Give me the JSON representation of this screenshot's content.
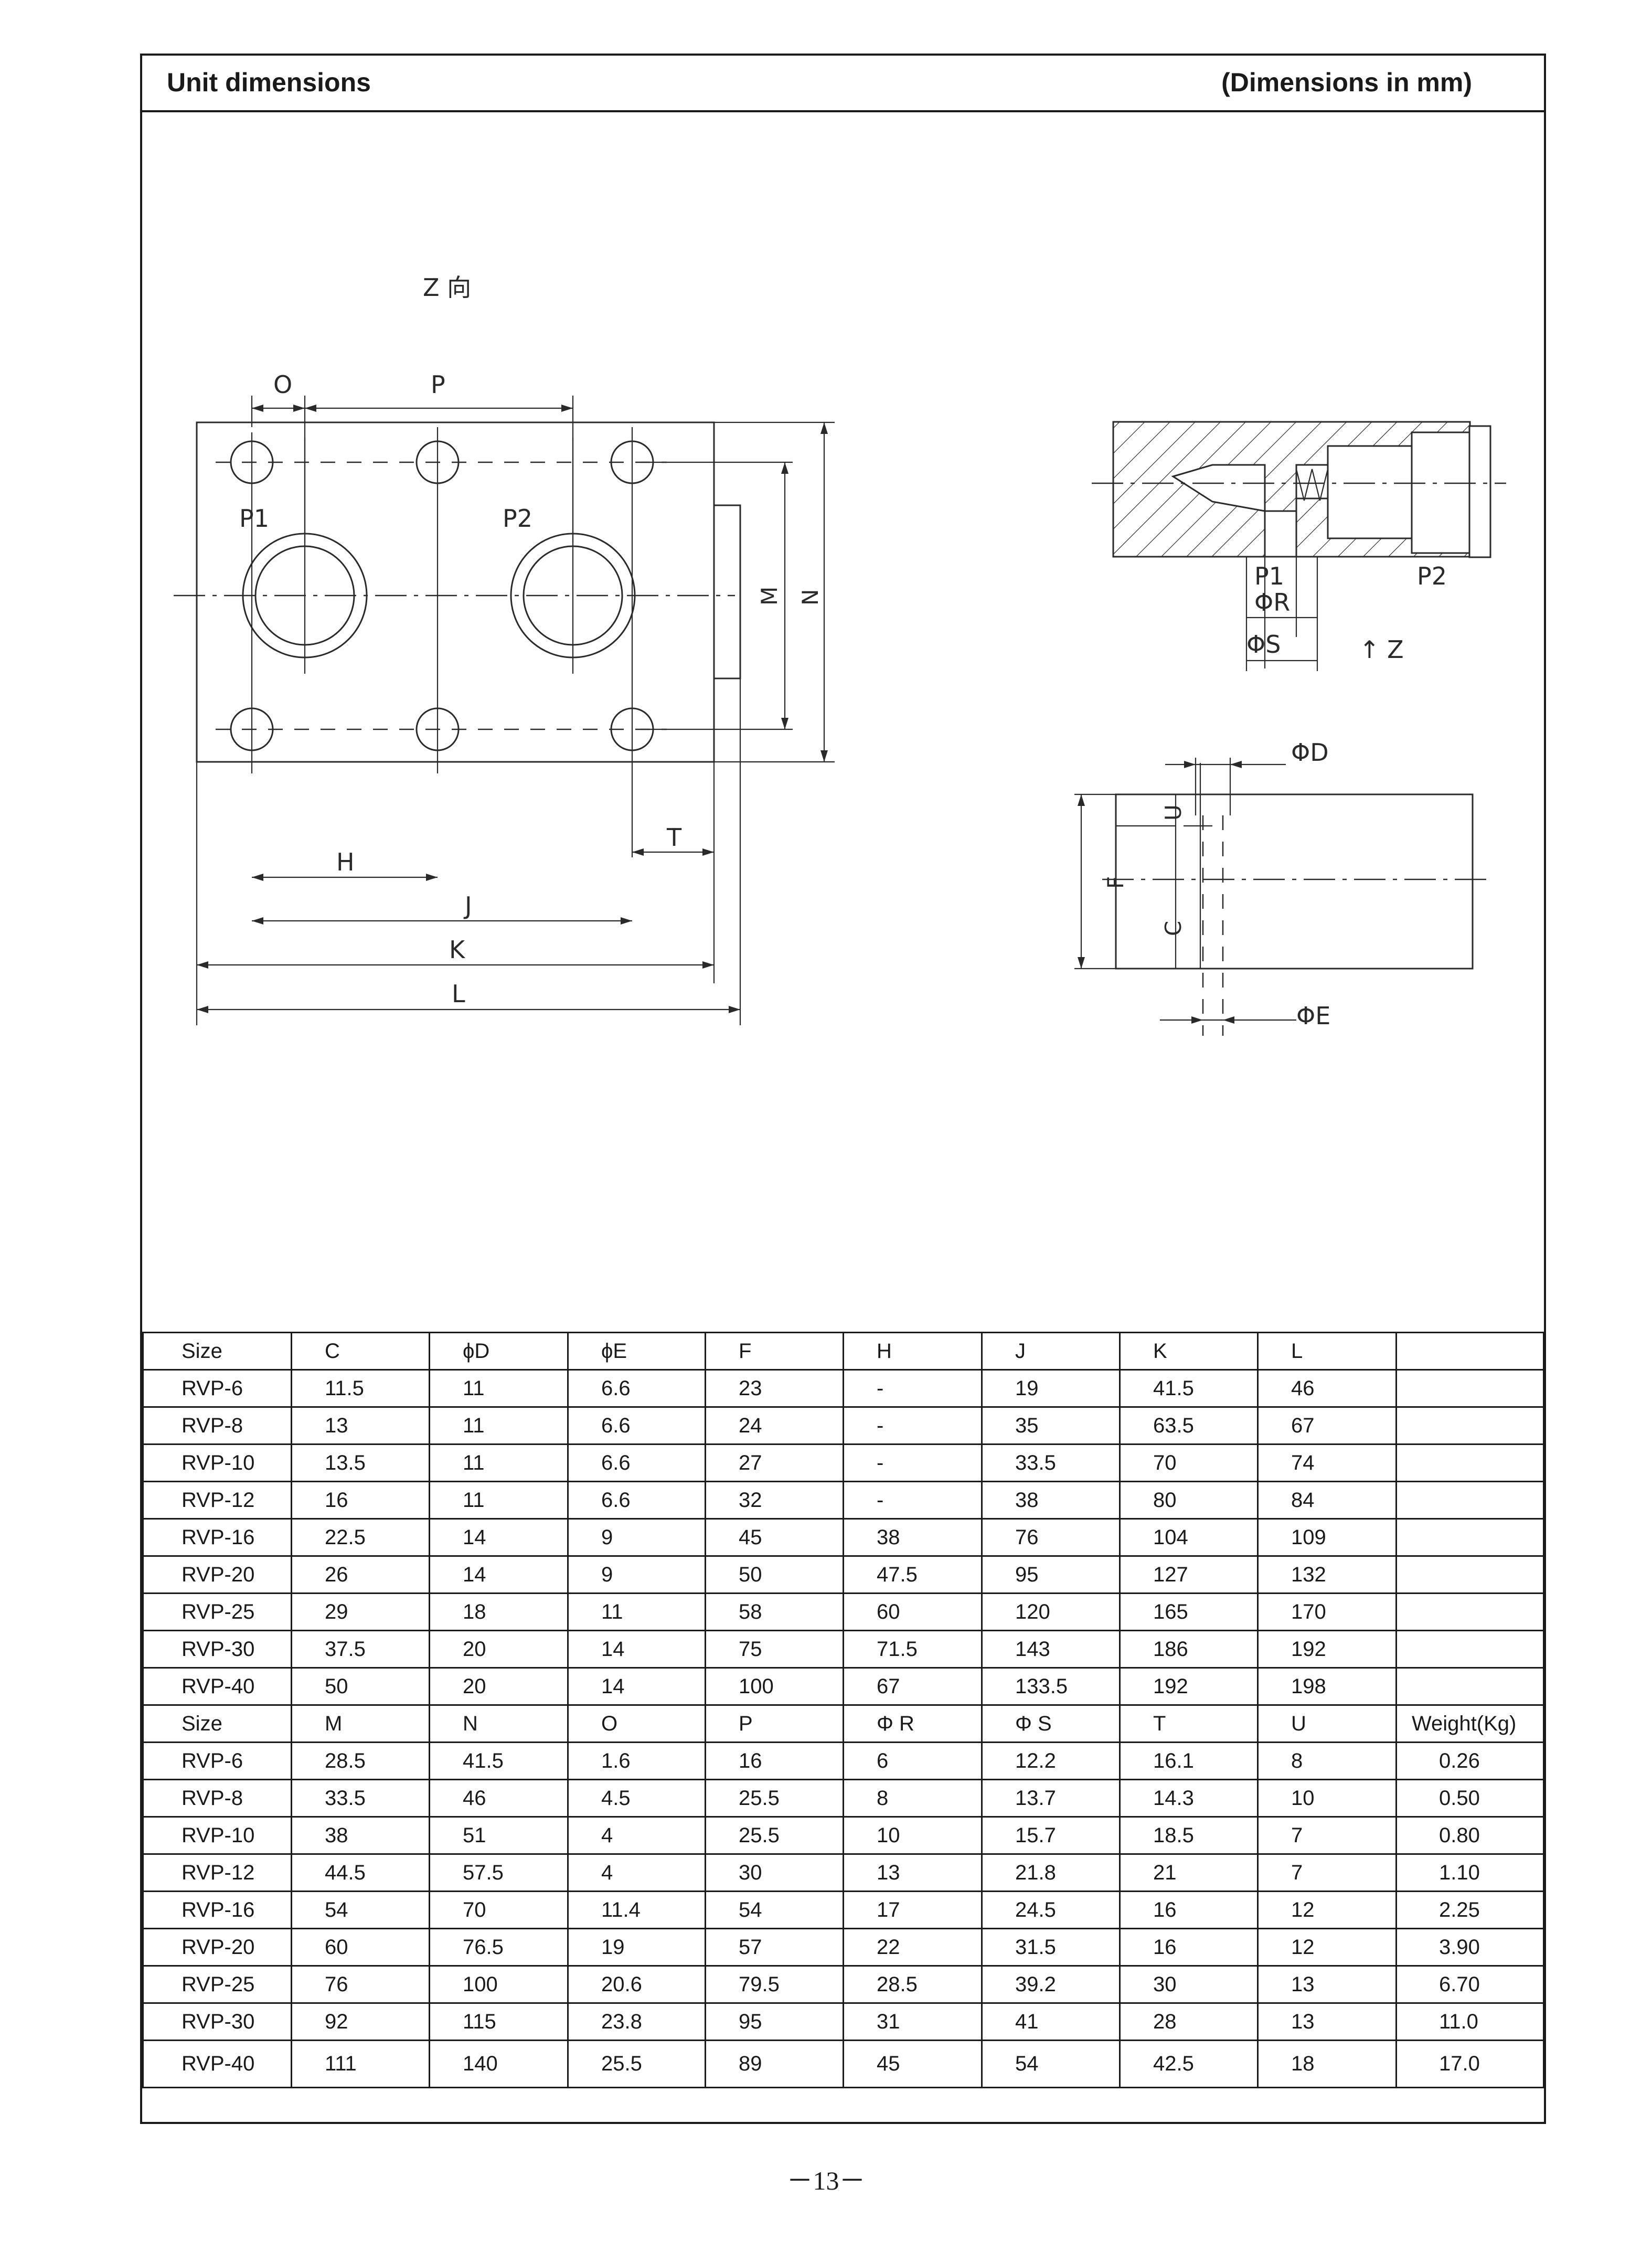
{
  "header": {
    "title": "Unit dimensions",
    "units_note": "(Dimensions in mm)"
  },
  "drawing_labels": {
    "view_z": "Z 向",
    "arrow_z": "↑ Z",
    "O": "O",
    "P": "P",
    "P1": "P1",
    "P2": "P2",
    "M": "M",
    "N": "N",
    "H": "H",
    "J": "J",
    "K": "K",
    "L": "L",
    "T": "T",
    "phi_R": "ΦR",
    "phi_S": "ΦS",
    "phi_D": "ΦD",
    "phi_E": "ΦE",
    "F": "F",
    "C": "C",
    "U": "U"
  },
  "table1": {
    "headers": [
      "Size",
      "C",
      "ϕD",
      "ϕE",
      "F",
      "H",
      "J",
      "K",
      "L",
      ""
    ],
    "rows": [
      [
        "RVP-6",
        "11.5",
        "11",
        "6.6",
        "23",
        "-",
        "19",
        "41.5",
        "46",
        ""
      ],
      [
        "RVP-8",
        "13",
        "11",
        "6.6",
        "24",
        "-",
        "35",
        "63.5",
        "67",
        ""
      ],
      [
        "RVP-10",
        "13.5",
        "11",
        "6.6",
        "27",
        "-",
        "33.5",
        "70",
        "74",
        ""
      ],
      [
        "RVP-12",
        "16",
        "11",
        "6.6",
        "32",
        "-",
        "38",
        "80",
        "84",
        ""
      ],
      [
        "RVP-16",
        "22.5",
        "14",
        "9",
        "45",
        "38",
        "76",
        "104",
        "109",
        ""
      ],
      [
        "RVP-20",
        "26",
        "14",
        "9",
        "50",
        "47.5",
        "95",
        "127",
        "132",
        ""
      ],
      [
        "RVP-25",
        "29",
        "18",
        "11",
        "58",
        "60",
        "120",
        "165",
        "170",
        ""
      ],
      [
        "RVP-30",
        "37.5",
        "20",
        "14",
        "75",
        "71.5",
        "143",
        "186",
        "192",
        ""
      ],
      [
        "RVP-40",
        "50",
        "20",
        "14",
        "100",
        "67",
        "133.5",
        "192",
        "198",
        ""
      ]
    ]
  },
  "table2": {
    "headers": [
      "Size",
      "M",
      "N",
      "O",
      "P",
      "Φ R",
      "Φ S",
      "T",
      "U",
      "Weight(Kg)"
    ],
    "rows": [
      [
        "RVP-6",
        "28.5",
        "41.5",
        "1.6",
        "16",
        "6",
        "12.2",
        "16.1",
        "8",
        "0.26"
      ],
      [
        "RVP-8",
        "33.5",
        "46",
        "4.5",
        "25.5",
        "8",
        "13.7",
        "14.3",
        "10",
        "0.50"
      ],
      [
        "RVP-10",
        "38",
        "51",
        "4",
        "25.5",
        "10",
        "15.7",
        "18.5",
        "7",
        "0.80"
      ],
      [
        "RVP-12",
        "44.5",
        "57.5",
        "4",
        "30",
        "13",
        "21.8",
        "21",
        "7",
        "1.10"
      ],
      [
        "RVP-16",
        "54",
        "70",
        "11.4",
        "54",
        "17",
        "24.5",
        "16",
        "12",
        "2.25"
      ],
      [
        "RVP-20",
        "60",
        "76.5",
        "19",
        "57",
        "22",
        "31.5",
        "16",
        "12",
        "3.90"
      ],
      [
        "RVP-25",
        "76",
        "100",
        "20.6",
        "79.5",
        "28.5",
        "39.2",
        "30",
        "13",
        "6.70"
      ],
      [
        "RVP-30",
        "92",
        "115",
        "23.8",
        "95",
        "31",
        "41",
        "28",
        "13",
        "11.0"
      ],
      [
        "RVP-40",
        "111",
        "140",
        "25.5",
        "89",
        "45",
        "54",
        "42.5",
        "18",
        "17.0"
      ]
    ]
  },
  "footer": {
    "page_number": "－13－"
  }
}
